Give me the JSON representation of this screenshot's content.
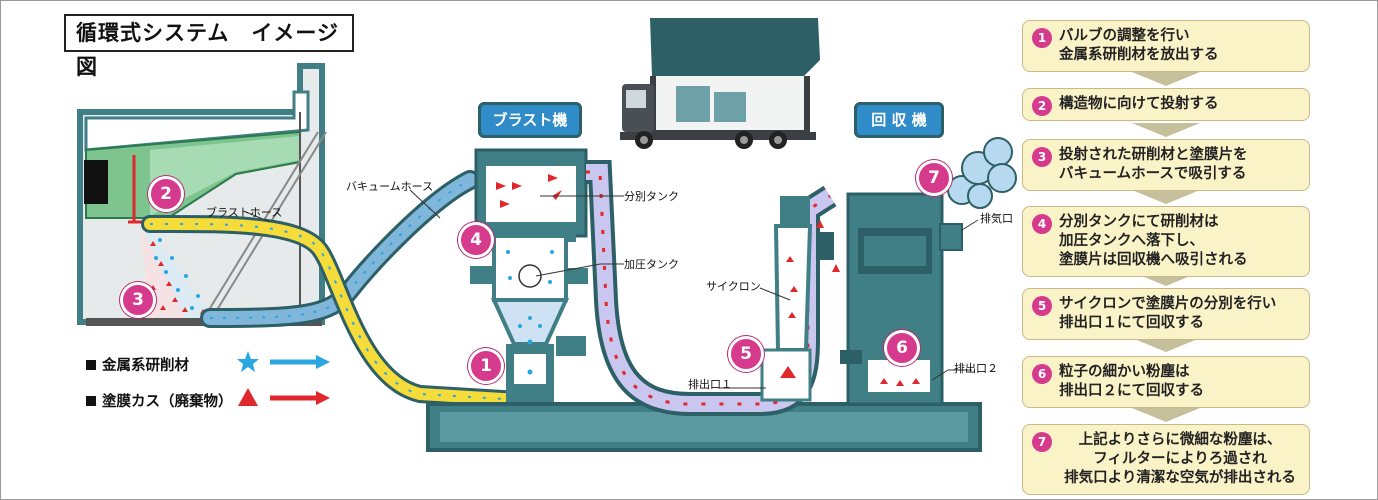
{
  "title": "循環式システム　イメージ図",
  "labels": {
    "blast_machine": "ブラスト機",
    "recovery_machine": "回 収 機",
    "vacuum_hose": "バキュームホース",
    "blast_hose": "ブラストホース",
    "separation_tank": "分別タンク",
    "pressure_tank": "加圧タンク",
    "cyclone": "サイクロン",
    "outlet_1": "排出口１",
    "outlet_2": "排出口２",
    "exhaust": "排気口"
  },
  "markers": [
    "1",
    "2",
    "3",
    "4",
    "5",
    "6",
    "7"
  ],
  "legend": [
    {
      "label": "金属系研削材",
      "icon": "star-icon",
      "color": "#2aa6e0"
    },
    {
      "label": "塗膜カス（廃棄物）",
      "icon": "triangle-icon",
      "color": "#e0282c"
    }
  ],
  "steps": [
    {
      "num": "1",
      "lines": [
        "バルブの調整を行い",
        "金属系研削材を放出する"
      ]
    },
    {
      "num": "2",
      "lines": [
        "構造物に向けて投射する"
      ]
    },
    {
      "num": "3",
      "lines": [
        "投射された研削材と塗膜片を",
        "バキュームホースで吸引する"
      ]
    },
    {
      "num": "4",
      "lines": [
        "分別タンクにて研削材は",
        "加圧タンクへ落下し、",
        "塗膜片は回収機へ吸引される"
      ]
    },
    {
      "num": "5",
      "lines": [
        "サイクロンで塗膜片の分別を行い",
        "排出口１にて回収する"
      ]
    },
    {
      "num": "6",
      "lines": [
        "粒子の細かい粉塵は",
        "排出口２にて回収する"
      ]
    },
    {
      "num": "7",
      "lines": [
        "上記よりさらに微細な粉塵は、",
        "フィルターによりろ過され",
        "排気口より清潔な空気が排出される"
      ]
    }
  ],
  "colors": {
    "machine": "#3f7f85",
    "machine_dark": "#2c5f66",
    "marker": "#d63a8c",
    "blue_flow": "#2aa6e0",
    "red_flow": "#e0282c",
    "hose_yellow": "#f5dc3b",
    "label_bg": "#2f8cc8",
    "step_bg": "#fbf3c8",
    "chevron": "#c6bf9c",
    "structure_green": "#7dc48f"
  }
}
